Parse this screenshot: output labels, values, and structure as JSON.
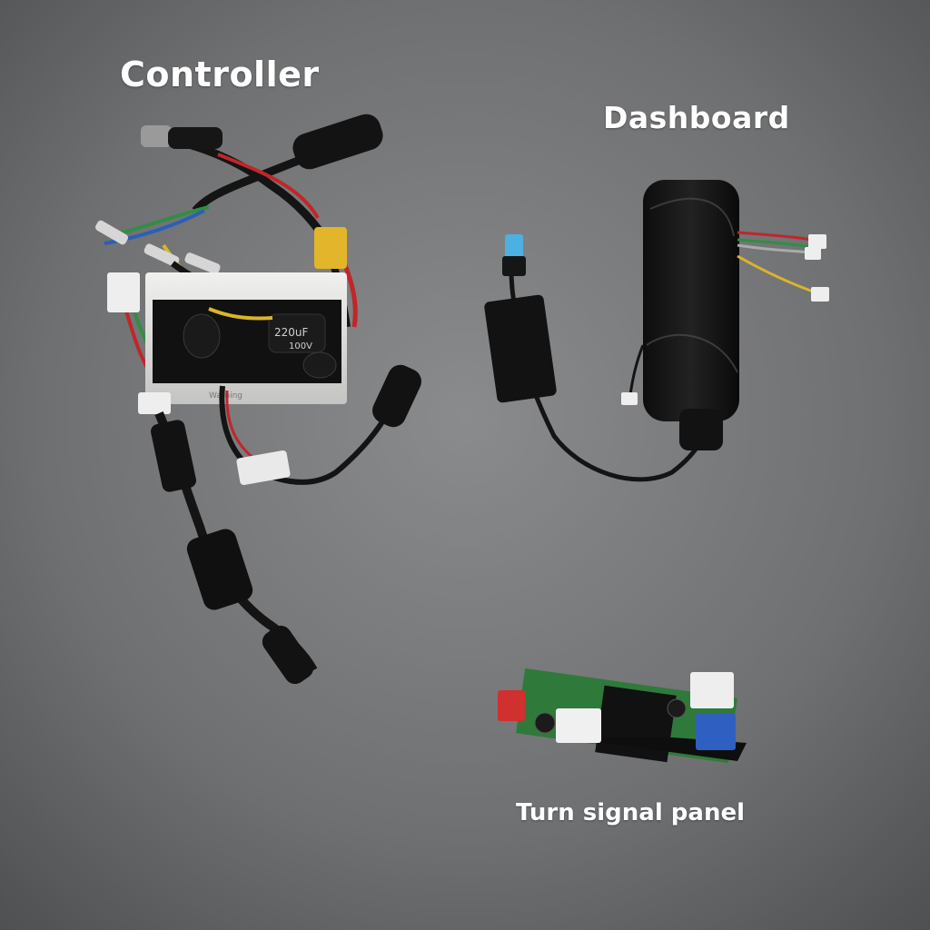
{
  "labels": {
    "controller": "Controller",
    "dashboard": "Dashboard",
    "turn_signal": "Turn signal panel"
  },
  "board_text": {
    "capacitor": "220uF",
    "capacitor_voltage": "100V",
    "warning": "Warning"
  },
  "colors": {
    "background": "#6b6c6e",
    "background_light": "#8a8b8d",
    "cable": "#141414",
    "red_wire": "#c0262a",
    "yellow_wire": "#d9b52a",
    "green_wire": "#2f8f45",
    "blue_wire": "#2b5fb8",
    "xt_connector": "#e3b52b",
    "aluminum_case": "#d8d8d6",
    "pcb_green": "#2f7a3a",
    "blue_terminal": "#2f5fc0",
    "red_connector": "#d0302e"
  }
}
